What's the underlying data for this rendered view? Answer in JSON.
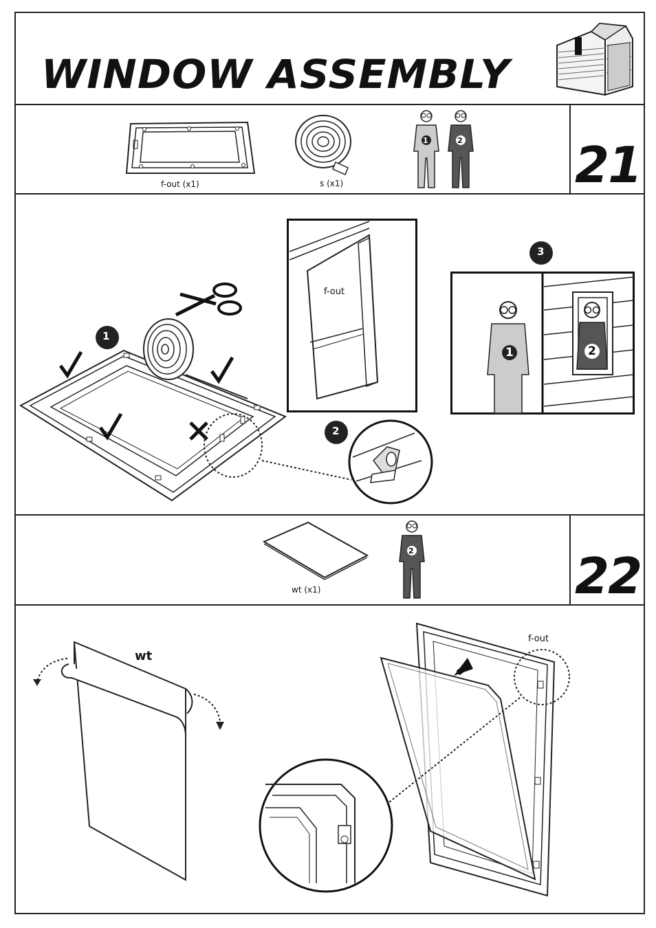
{
  "page": {
    "title": "WINDOW ASSEMBLY"
  },
  "step21": {
    "number": "21",
    "parts": [
      {
        "label": "f-out (x1)"
      },
      {
        "label": "s (x1)"
      }
    ],
    "workers": [
      "1",
      "2"
    ],
    "callouts": [
      "1",
      "2",
      "3"
    ],
    "frame_label": "f-out",
    "scene_workers": [
      "1",
      "2"
    ]
  },
  "step22": {
    "number": "22",
    "parts": [
      {
        "label": "wt (x1)"
      }
    ],
    "workers": [
      "2"
    ],
    "sheet_label": "wt",
    "frame_label": "f-out"
  },
  "icons": [
    "shed-icon",
    "scissors-icon",
    "check-icon",
    "cross-icon",
    "worker-icon",
    "arrow-icon"
  ]
}
